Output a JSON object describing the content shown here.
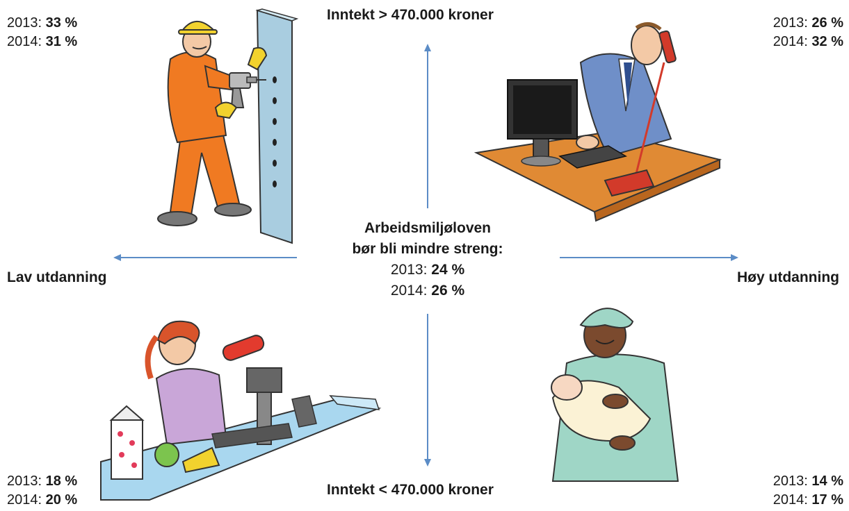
{
  "axes": {
    "top": "Inntekt > 470.000 kroner",
    "bottom": "Inntekt < 470.000 kroner",
    "left": "Lav utdanning",
    "right": "Høy utdanning"
  },
  "center": {
    "line1": "Arbeidsmiljøloven",
    "line2": "bør bli mindre streng:",
    "y2013_label": "2013:",
    "y2013_value": "24 %",
    "y2014_label": "2014:",
    "y2014_value": "26 %"
  },
  "quadrants": {
    "top_left": {
      "y2013_label": "2013:",
      "y2013_value": "33 %",
      "y2014_label": "2014:",
      "y2014_value": "31 %",
      "figure": "construction-worker"
    },
    "top_right": {
      "y2013_label": "2013:",
      "y2013_value": "26 %",
      "y2014_label": "2014:",
      "y2014_value": "32 %",
      "figure": "office-worker"
    },
    "bottom_left": {
      "y2013_label": "2013:",
      "y2013_value": "18 %",
      "y2014_label": "2014:",
      "y2014_value": "20 %",
      "figure": "cashier"
    },
    "bottom_right": {
      "y2013_label": "2013:",
      "y2013_value": "14 %",
      "y2014_label": "2014:",
      "y2014_value": "17 %",
      "figure": "nurse-with-baby"
    }
  },
  "colors": {
    "arrow": "#5b8cc6",
    "worker_suit": "#f07a22",
    "office_suit": "#6f8fc8",
    "cashier_shirt": "#c9a6d8",
    "nurse_gown": "#9fd6c6"
  }
}
